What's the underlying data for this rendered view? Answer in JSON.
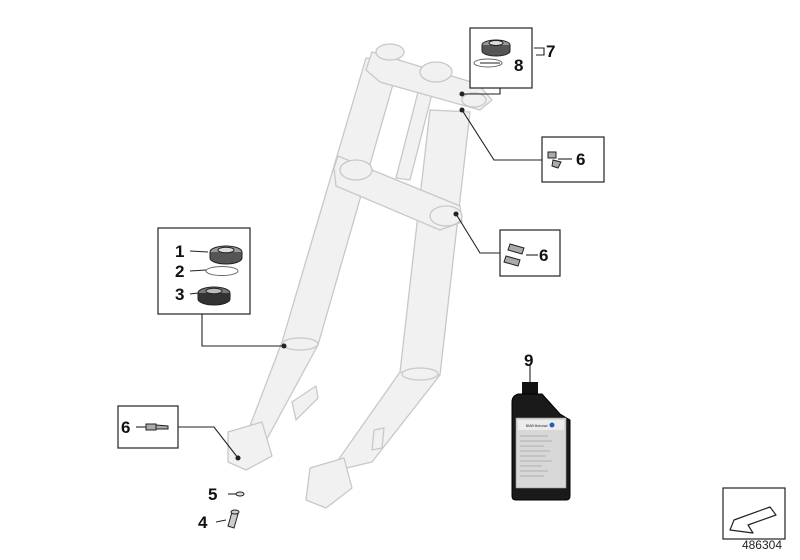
{
  "diagram": {
    "callouts": {
      "c1": "1",
      "c2": "2",
      "c3": "3",
      "c4": "4",
      "c5": "5",
      "c6a": "6",
      "c6b": "6",
      "c6c": "6",
      "c7": "7",
      "c8": "8",
      "c9": "9"
    },
    "catalog_number": "486304",
    "bottle_brand": "BMW Motorrad"
  }
}
